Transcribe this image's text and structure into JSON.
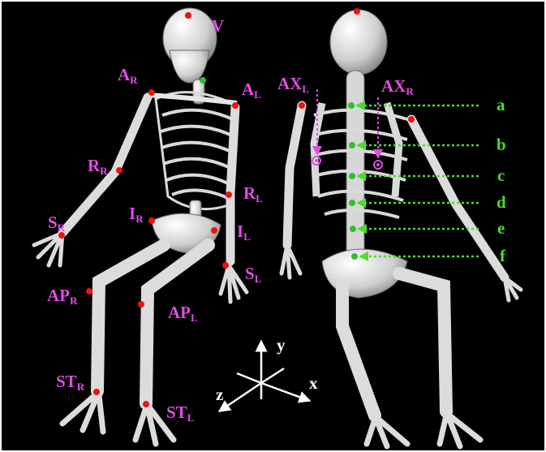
{
  "front_labels": {
    "v": {
      "text": "V"
    },
    "ar": {
      "text": "A",
      "sub": "R"
    },
    "al": {
      "text": "A",
      "sub": "L"
    },
    "rr": {
      "text": "R",
      "sub": "R"
    },
    "rl": {
      "text": "R",
      "sub": "L"
    },
    "ir": {
      "text": "I",
      "sub": "R"
    },
    "il": {
      "text": "I",
      "sub": "L"
    },
    "sr": {
      "text": "S",
      "sub": "R"
    },
    "sl": {
      "text": "S",
      "sub": "L"
    },
    "apr": {
      "text": "AP",
      "sub": "R"
    },
    "apl": {
      "text": "AP",
      "sub": "L"
    },
    "str": {
      "text": "ST",
      "sub": "R"
    },
    "stl": {
      "text": "ST",
      "sub": "L"
    }
  },
  "back_labels": {
    "axl": {
      "text": "AX",
      "sub": "L"
    },
    "axr": {
      "text": "AX",
      "sub": "R"
    }
  },
  "vertebra_labels": [
    "a",
    "b",
    "c",
    "d",
    "e",
    "f"
  ],
  "axes": {
    "x": "x",
    "y": "y",
    "z": "z"
  },
  "colors": {
    "label_magenta": "#e04ee0",
    "label_green": "#4ddc2c",
    "marker_red": "#e11111",
    "marker_green": "#2ec12e",
    "background": "#000000",
    "axis_white": "#ffffff"
  }
}
